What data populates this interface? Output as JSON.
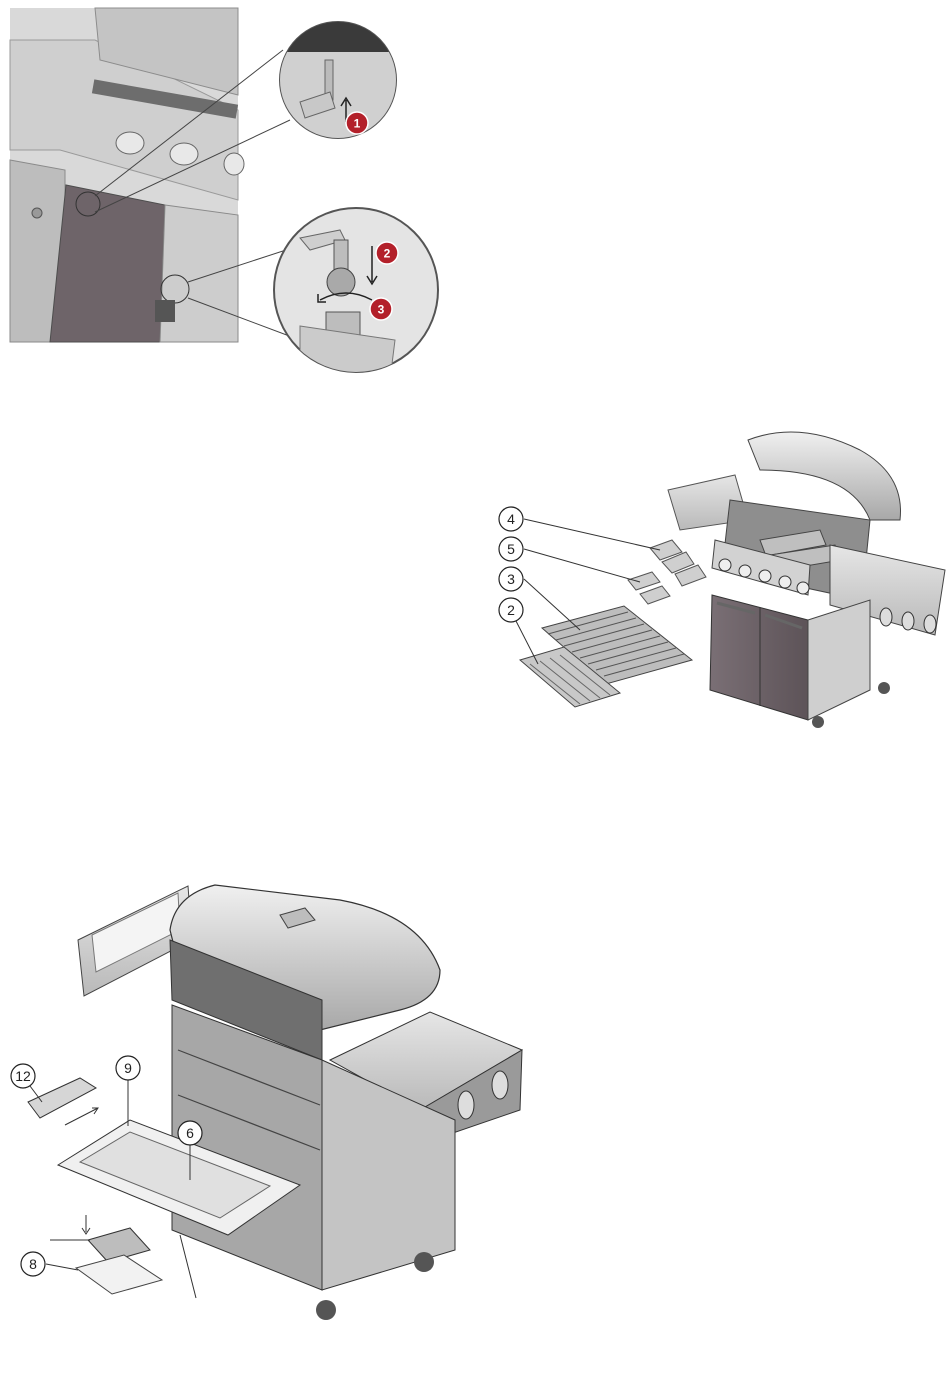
{
  "figure1": {
    "steps": [
      "1",
      "2",
      "3"
    ],
    "step_color": "#b3202a"
  },
  "figure2": {
    "callouts": [
      "4",
      "5",
      "3",
      "2"
    ]
  },
  "figure3": {
    "callouts": [
      "12",
      "9",
      "6",
      "8"
    ]
  }
}
